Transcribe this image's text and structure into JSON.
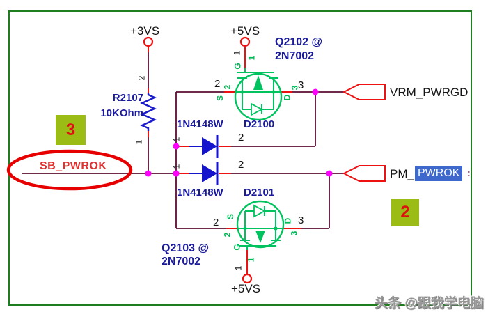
{
  "colors": {
    "wire_maroon": "#5c0b33",
    "pin_red": "#ee1111",
    "symbol_green": "#00c25e",
    "diode_blue": "#1414cc",
    "label_navy": "#1a1a9c",
    "net_label_red": "#e03030",
    "junction_magenta": "#ff00ff",
    "selection_blue": "#3e68cc",
    "badge_green": "#9bbb15",
    "border_green": "#1e7d1e",
    "highlight_ellipse_red": "#e60000"
  },
  "power_rails": {
    "rail_3vs": "+3VS",
    "rail_5vs_top": "+5VS",
    "rail_5vs_bottom": "+5VS"
  },
  "components": {
    "r2107": {
      "ref": "R2107",
      "value": "10KOhm",
      "pin_top": "2",
      "pin_bottom": "1"
    },
    "q2102": {
      "ref": "Q2102 @",
      "part": "2N7002",
      "pin_gate": "1",
      "pin_source": "2",
      "pin_drain": "3",
      "gate_letter": "G",
      "source_letter": "S",
      "drain_letter": "D"
    },
    "q2103": {
      "ref": "Q2103 @",
      "part": "2N7002",
      "pin_gate": "1",
      "pin_source": "2",
      "pin_drain": "3",
      "gate_letter": "G",
      "source_letter": "S",
      "drain_letter": "D"
    },
    "d2100": {
      "part": "1N4148W",
      "ref": "D2100",
      "pin_anode": "1",
      "pin_cathode": "2"
    },
    "d2101": {
      "part": "1N4148W",
      "ref": "D2101",
      "pin_anode": "1",
      "pin_cathode": "2"
    }
  },
  "nets": {
    "sb_pwrok": "SB_PWROK",
    "vrm_pwrgd": "VRM_PWRGD",
    "pm_pwrok_prefix": "PM_",
    "pm_pwrok_selected": "PWROK",
    "text_cursor": ":"
  },
  "annotations": {
    "badge_three": "3",
    "badge_two": "2",
    "watermark": "头条 @跟我学电脑"
  }
}
